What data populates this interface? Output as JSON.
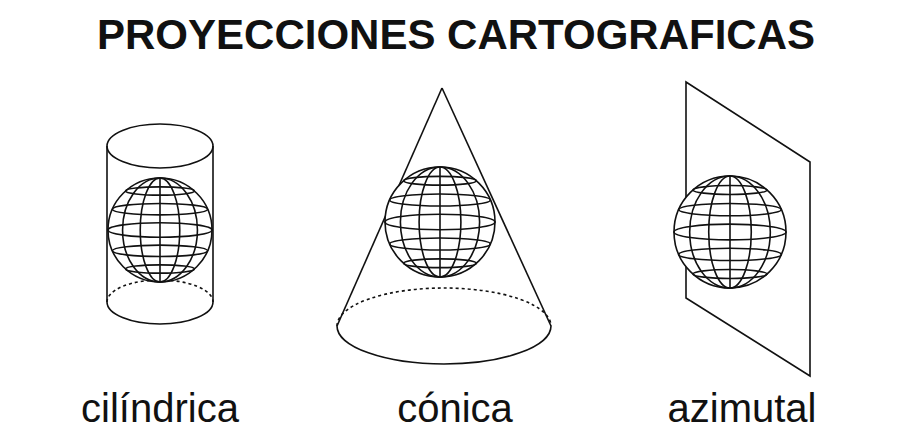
{
  "diagram": {
    "title": "PROYECCIONES CARTOGRAFICAS",
    "labels": [
      "cilíndrica",
      "cónica",
      "azimutal"
    ]
  }
}
